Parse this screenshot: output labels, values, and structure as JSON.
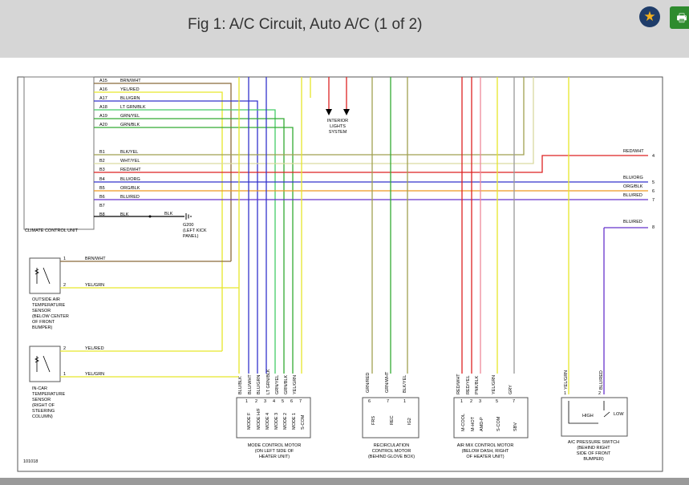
{
  "header": {
    "title": "Fig 1: A/C Circuit, Auto A/C (1 of 2)",
    "favorite_icon": "star-icon",
    "print_icon": "printer-icon",
    "accent_star": "#f2b01e",
    "accent_print": "#2e8b2e"
  },
  "diagram": {
    "figure_id": "101018",
    "ccu_label": "CLIMATE CONTROL UNIT",
    "ccu_pins_top": [
      {
        "pin": "A15",
        "wire": "BRN/WHT"
      },
      {
        "pin": "A16",
        "wire": "YEL/RED"
      },
      {
        "pin": "A17",
        "wire": "BLU/GRN"
      },
      {
        "pin": "A18",
        "wire": "LT GRN/BLK"
      },
      {
        "pin": "A19",
        "wire": "GRN/YEL"
      },
      {
        "pin": "A20",
        "wire": "GRN/BLK"
      }
    ],
    "ccu_pins_b": [
      {
        "pin": "B1",
        "wire": "BLK/YEL"
      },
      {
        "pin": "B2",
        "wire": "WHT/YEL"
      },
      {
        "pin": "B3",
        "wire": "RED/WHT"
      },
      {
        "pin": "B4",
        "wire": "BLU/ORG"
      },
      {
        "pin": "B5",
        "wire": "ORG/BLK"
      },
      {
        "pin": "B6",
        "wire": "BLU/RED"
      },
      {
        "pin": "B7",
        "wire": ""
      },
      {
        "pin": "B8",
        "wire": "BLK"
      }
    ],
    "ground_wire": "BLK",
    "ground_label": "G200",
    "ground_location": [
      "(LEFT KICK",
      "PANEL)"
    ],
    "interior_lights": [
      "INTERIOR",
      "LIGHTS",
      "SYSTEM"
    ],
    "right_wires": [
      {
        "wire": "RED/WHT",
        "pin": "4"
      },
      {
        "wire": "BLU/ORG",
        "pin": "5"
      },
      {
        "wire": "ORG/BLK",
        "pin": "6"
      },
      {
        "wire": "BLU/RED",
        "pin": "7"
      },
      {
        "wire": "BLU/RED",
        "pin": "8"
      }
    ],
    "outside_sensor": {
      "label": [
        "OUTSIDE AIR",
        "TEMPERATURE",
        "SENSOR",
        "(BELOW CENTER",
        "OF FRONT",
        "BUMPER)"
      ],
      "pins": [
        {
          "pin": "1",
          "wire": "BRN/WHT"
        },
        {
          "pin": "2",
          "wire": "YEL/GRN"
        }
      ]
    },
    "incar_sensor": {
      "label": [
        "IN-CAR",
        "TEMPERATURE",
        "SENSOR",
        "(RIGHT OF",
        "STEERING",
        "COLUMN)"
      ],
      "pins": [
        {
          "pin": "2",
          "wire": "YEL/RED"
        },
        {
          "pin": "1",
          "wire": "YEL/GRN"
        }
      ]
    },
    "mode_motor": {
      "label": [
        "MODE CONTROL MOTOR",
        "(ON LEFT SIDE OF",
        "HEATER UNIT)"
      ],
      "wires": [
        "BLU/BLK",
        "BLU/WHT",
        "BLU/GRN",
        "LT GRN/BLK",
        "GRN/YEL",
        "GRN/BLK",
        "YEL/GRN"
      ],
      "pins": [
        "1",
        "2",
        "3",
        "4",
        "5",
        "6",
        "7"
      ],
      "terminals": [
        "MODE F",
        "MODE H/F",
        "MODE 4",
        "MODE 3",
        "MODE 2",
        "MODE 1",
        "S-COM"
      ]
    },
    "recirc_motor": {
      "label": [
        "RECIRCULATION",
        "CONTROL MOTOR",
        "(BEHIND GLOVE BOX)"
      ],
      "wires": [
        "GRN/RED",
        "GRN/WHT",
        "BLK/YEL"
      ],
      "pins": [
        "6",
        "7",
        "1"
      ],
      "terminals": [
        "FRS",
        "REC",
        "IG2"
      ]
    },
    "airmix_motor": {
      "label": [
        "AIR MIX CONTROL MOTOR",
        "(BELOW DASH, RIGHT",
        "OF HEATER UNIT)"
      ],
      "wires": [
        "RED/WHT",
        "RED/YEL",
        "PNK/BLK",
        "YEL/GRN",
        "GRY"
      ],
      "pins": [
        "1",
        "2",
        "3",
        "5",
        "7"
      ],
      "terminals": [
        "M-COOL",
        "M-HOT",
        "AMD-P",
        "S-COM",
        "SBV"
      ]
    },
    "pressure_switch": {
      "label": [
        "A/C PRESSURE SWITCH",
        "(BEHIND RIGHT",
        "SIDE OF FRONT",
        "BUMPER)"
      ],
      "wires": [
        "YEL/GRN",
        "BLU/RED"
      ],
      "pins": [
        "1",
        "2"
      ],
      "states": [
        "HIGH",
        "LOW"
      ]
    },
    "colors": {
      "brn": "#8b6a3a",
      "yel": "#e6e62a",
      "blu": "#3333cc",
      "grn": "#33aa33",
      "red": "#dd2222",
      "olive": "#a0a050",
      "ltgrn": "#44cc66",
      "org": "#ee9922",
      "pnk": "#ee8899",
      "gry": "#999999"
    }
  }
}
